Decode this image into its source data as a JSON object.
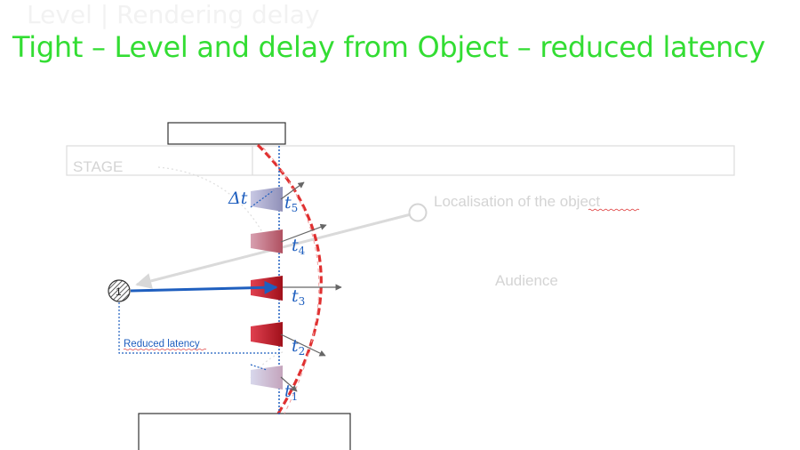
{
  "slide": {
    "ghost_title": "Level | Rendering delay",
    "title": "Tight – Level and delay from Object – reduced latency"
  },
  "diagram": {
    "stage_label": "STAGE",
    "localisation_label": "Localisation of the object",
    "audience_label": "Audience",
    "reduced_latency_label": "Reduced latency",
    "source_number": "1",
    "delta_label": "Δt",
    "time_labels": {
      "t5": "t5",
      "t4": "t4",
      "t3": "t3",
      "t2": "t2",
      "t1": "t1"
    },
    "colors": {
      "title": "#33dd33",
      "wavefront": "#e03030",
      "signal_arrow": "#1f5fbf",
      "speaker_strong": "#c0202a",
      "speaker_faded": "#a9a9c9"
    }
  }
}
